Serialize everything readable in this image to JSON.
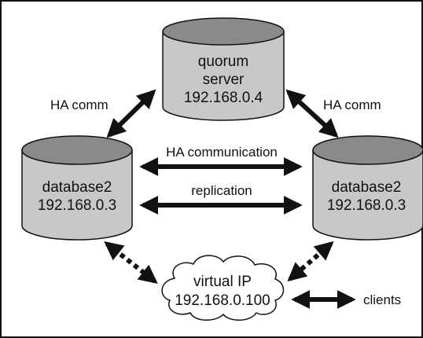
{
  "nodes": {
    "quorum": {
      "line1": "quorum",
      "line2": "server",
      "line3": "192.168.0.4"
    },
    "db_left": {
      "line1": "database2",
      "line2": "192.168.0.3"
    },
    "db_right": {
      "line1": "database2",
      "line2": "192.168.0.3"
    },
    "vip": {
      "line1": "virtual IP",
      "line2": "192.168.0.100"
    },
    "clients": {
      "label": "clients"
    }
  },
  "edges": {
    "ha_comm_left": "HA comm",
    "ha_comm_right": "HA comm",
    "ha_communication": "HA communication",
    "replication": "replication"
  },
  "colors": {
    "cylinder_body": "#c8c8c8",
    "cylinder_top": "#8a8a8a",
    "stroke": "#111111"
  }
}
